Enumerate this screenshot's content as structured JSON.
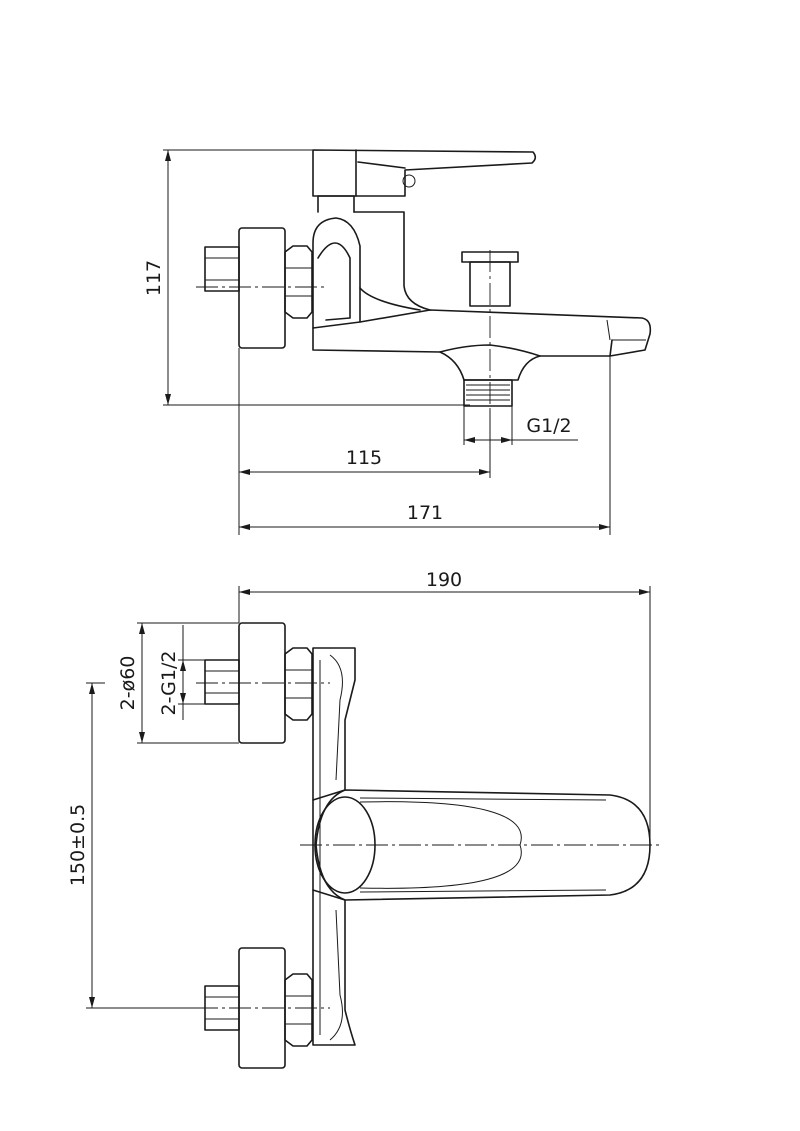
{
  "side_view": {
    "dimensions": {
      "height": "117",
      "inlet_to_spout_outlet": "115",
      "total_depth": "171",
      "spout_thread": "G1/2"
    }
  },
  "top_view": {
    "dimensions": {
      "total_width": "190",
      "flange_diameter": "2-ø60",
      "inlet_thread": "2-G1/2",
      "inlet_spacing": "150±0.5"
    }
  }
}
